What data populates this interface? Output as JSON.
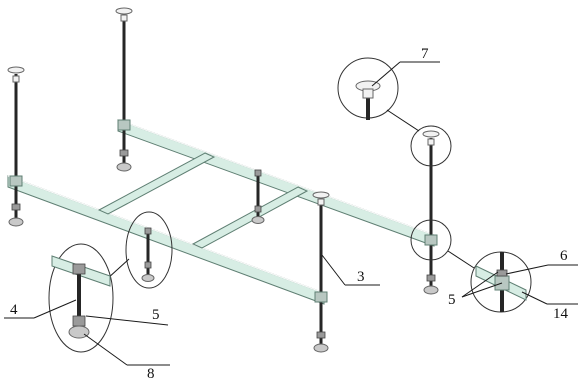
{
  "diagram": {
    "callouts": [
      {
        "id": "callout-7",
        "label": "7"
      },
      {
        "id": "callout-6",
        "label": "6"
      },
      {
        "id": "callout-5-right",
        "label": "5"
      },
      {
        "id": "callout-14",
        "label": "14"
      },
      {
        "id": "callout-3",
        "label": "3"
      },
      {
        "id": "callout-4",
        "label": "4"
      },
      {
        "id": "callout-5-left",
        "label": "5"
      },
      {
        "id": "callout-8",
        "label": "8"
      }
    ]
  },
  "colors": {
    "frame_fill": "#d7ede4",
    "frame_edge": "#5f7f73",
    "stud": "#262626",
    "foot": "#c9c9c9",
    "foot_edge": "#666666",
    "bracket": "#b8c7c1",
    "leader": "#1a1a1a",
    "detail_circle": "#333333"
  }
}
